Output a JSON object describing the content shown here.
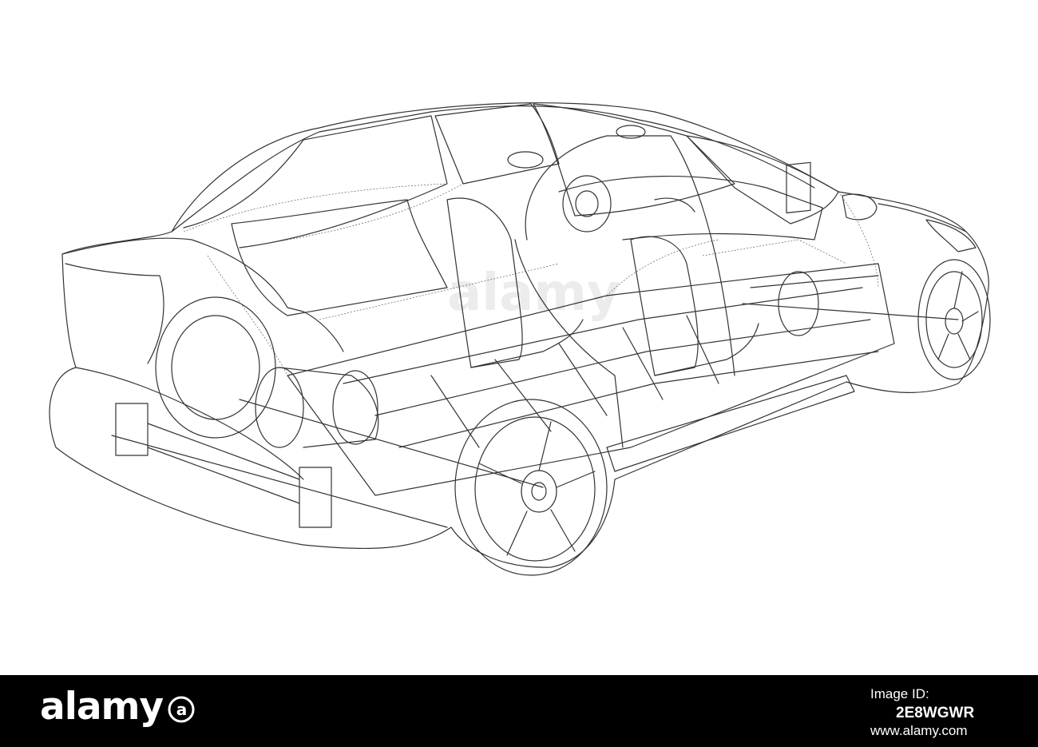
{
  "image": {
    "subject": "wireframe-car",
    "stroke_color": "#333333",
    "background_color": "#ffffff"
  },
  "footer": {
    "brand": "alamy",
    "brand_mark": "a-logo-icon",
    "image_id_label": "Image ID:",
    "image_id": "2E8WGWR",
    "url": "www.alamy.com",
    "background_color": "#000000"
  }
}
